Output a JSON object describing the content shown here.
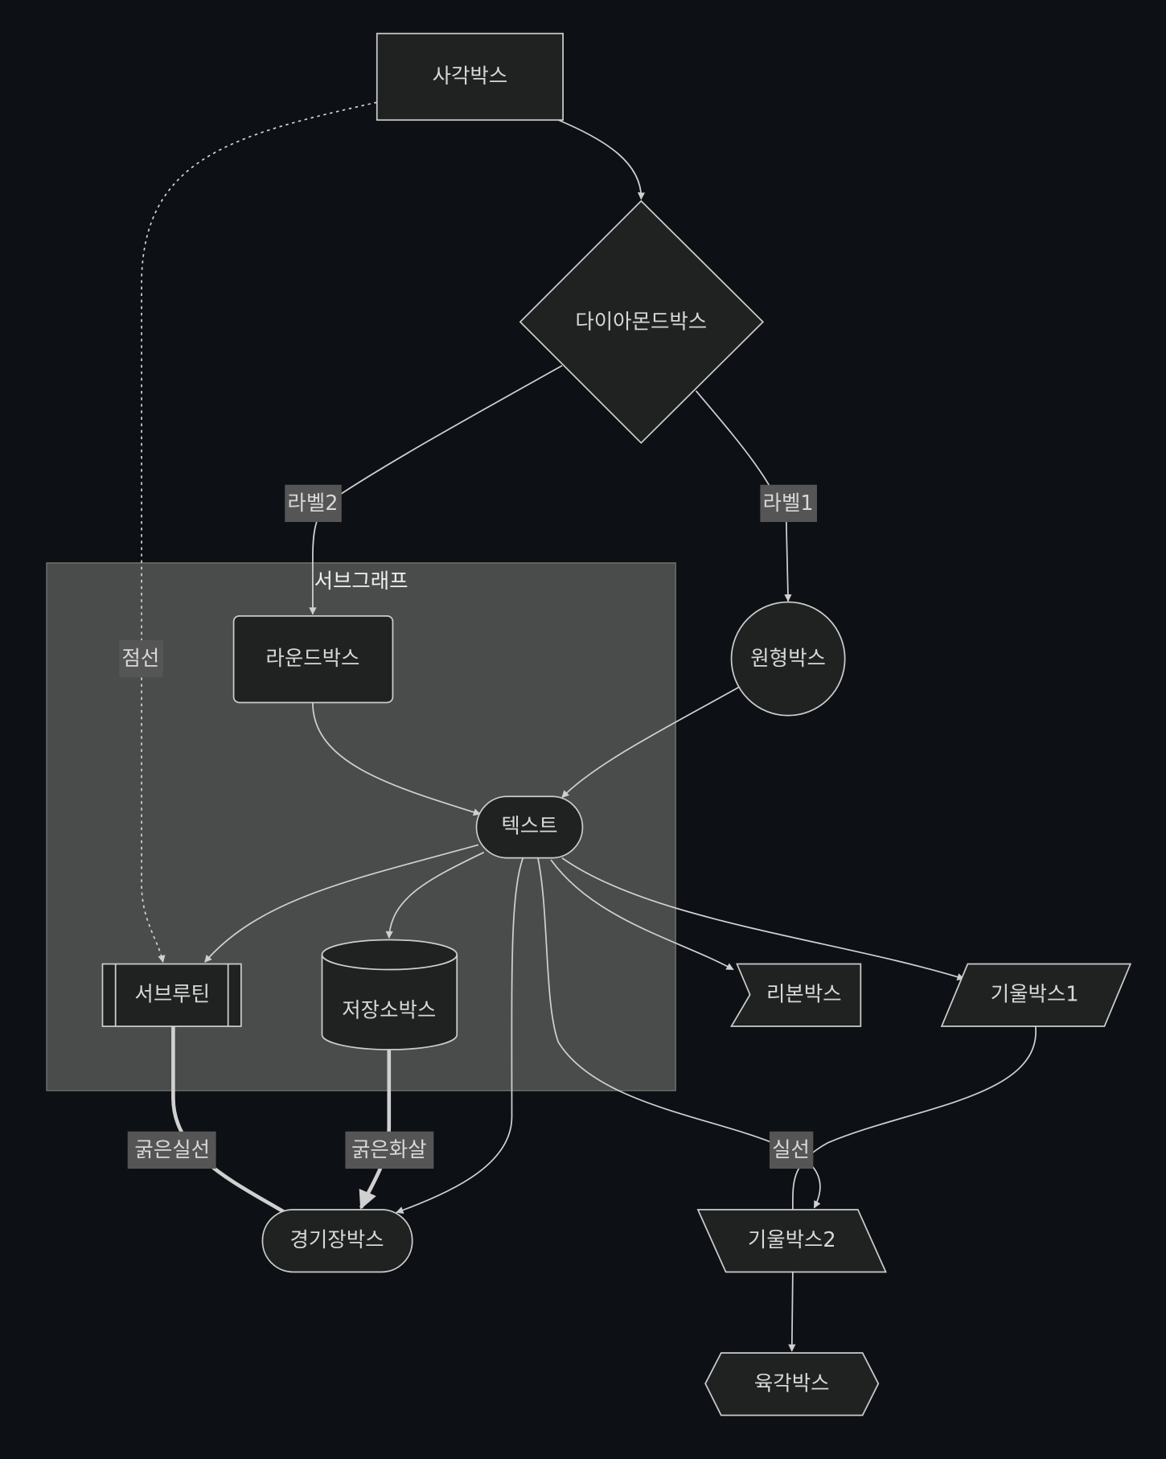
{
  "colors": {
    "background": "#0d1014",
    "node_fill": "#202121",
    "node_stroke": "#cccccc",
    "subgraph_fill": "#4a4b4b",
    "edge_label_bg": "#555555"
  },
  "subgraph": {
    "title": "서브그래프"
  },
  "nodes": {
    "square": "사각박스",
    "diamond": "다이아몬드박스",
    "round": "라운드박스",
    "circle": "원형박스",
    "text": "텍스트",
    "subroutine": "서브루틴",
    "database": "저장소박스",
    "ribbon": "리본박스",
    "lean1": "기울박스1",
    "stadium": "경기장박스",
    "lean2": "기울박스2",
    "hexagon": "육각박스"
  },
  "edge_labels": {
    "label2": "라벨2",
    "label1": "라벨1",
    "dotted": "점선",
    "thick_line": "굵은실선",
    "thick_arrow": "굵은화살",
    "solid": "실선"
  }
}
